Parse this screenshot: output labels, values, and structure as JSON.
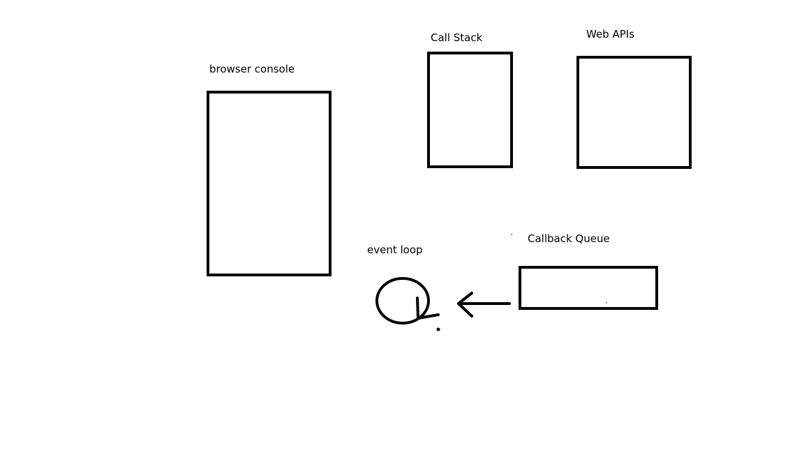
{
  "diagram": {
    "labels": {
      "browser_console": "browser console",
      "call_stack": "Call Stack",
      "web_apis": "Web APIs",
      "callback_queue": "Callback Queue",
      "event_loop": "event loop"
    },
    "colors": {
      "ink": "#000000",
      "background": "#ffffff"
    }
  }
}
